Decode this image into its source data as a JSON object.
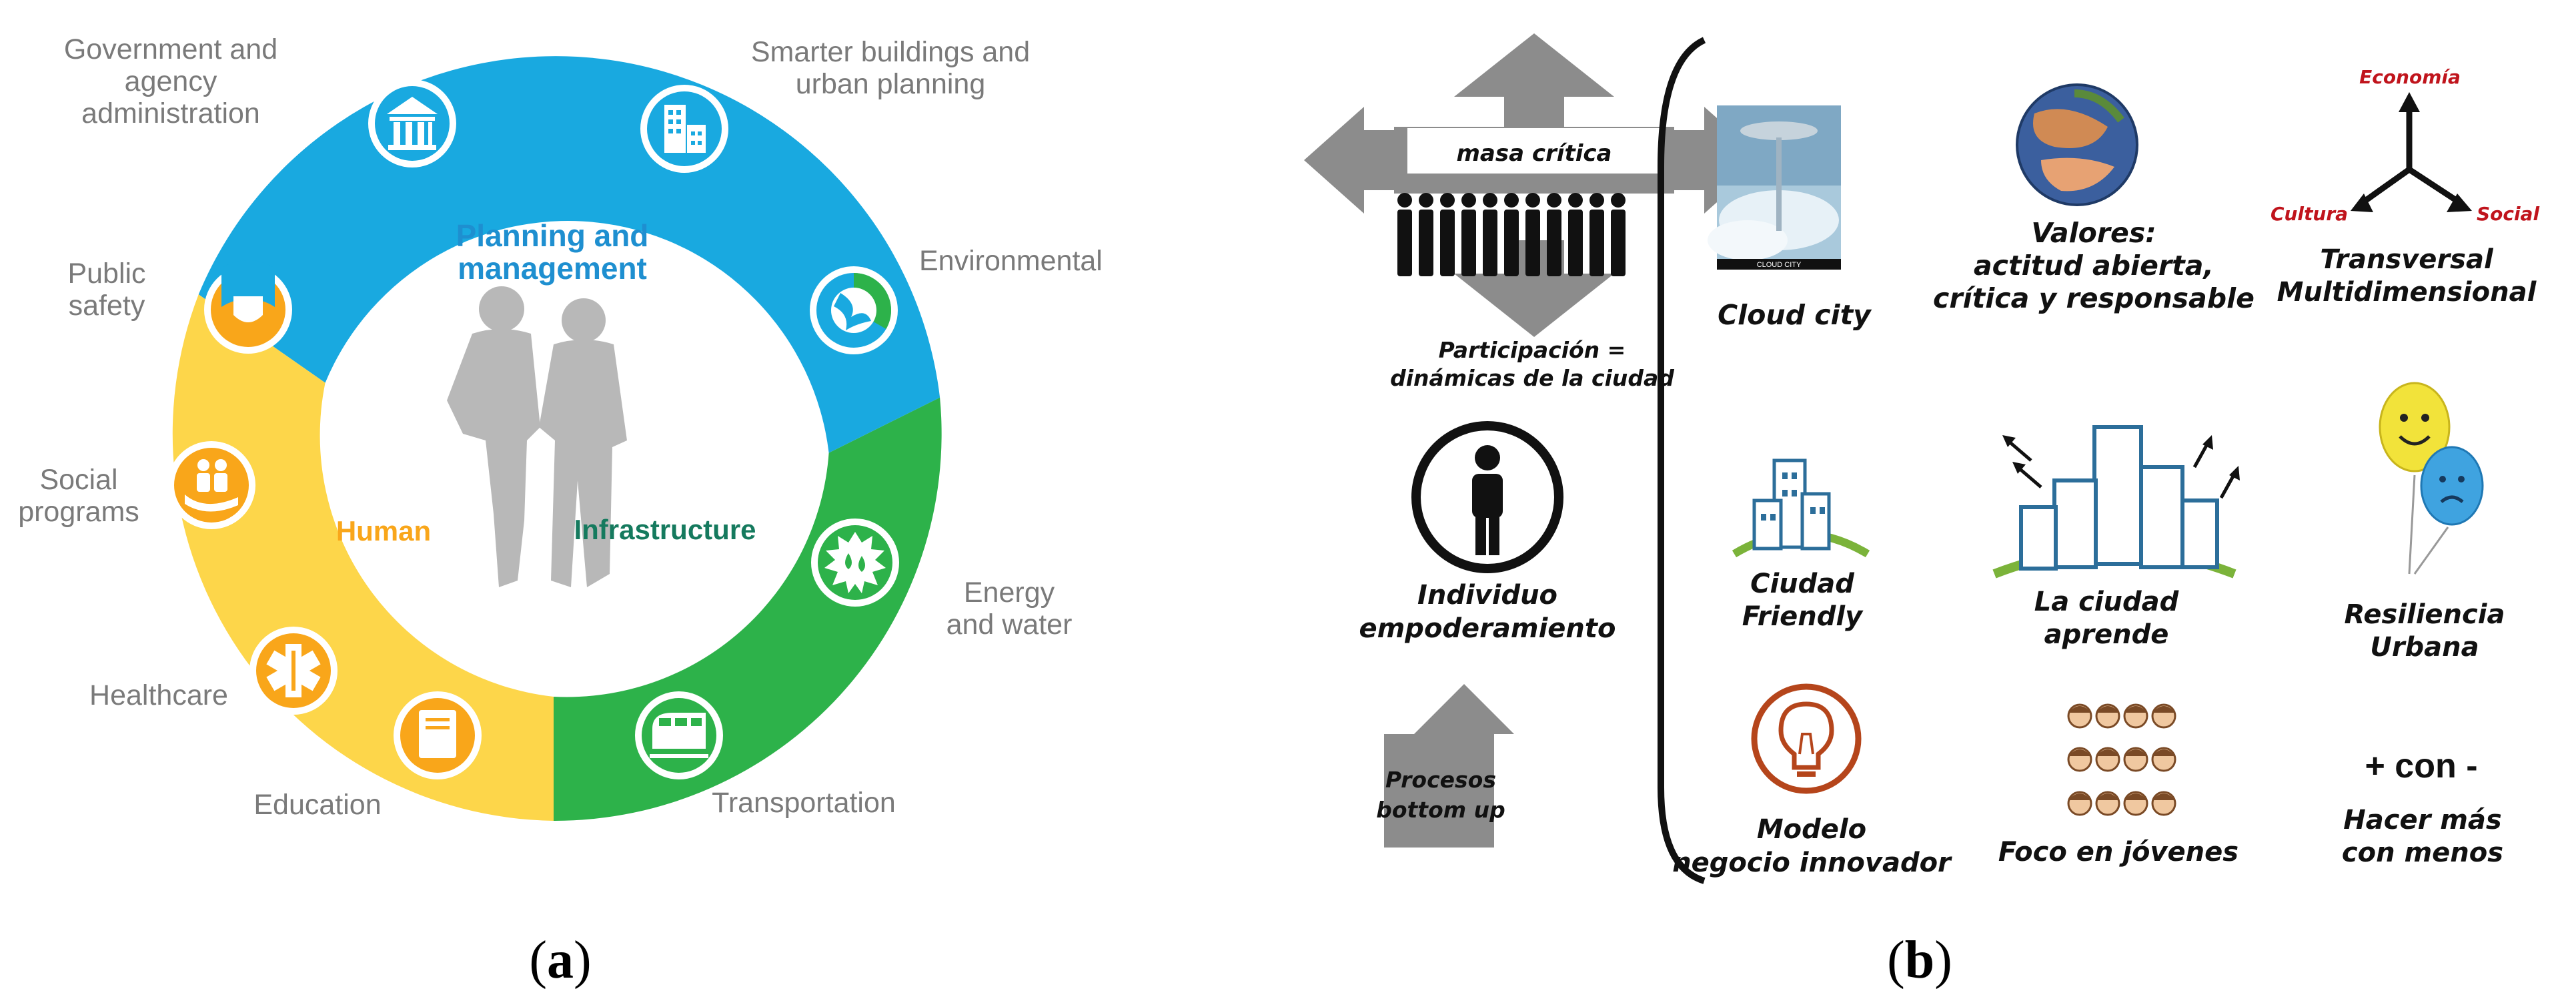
{
  "panel_a": {
    "center": {
      "title_line1": "Planning and",
      "title_line2": "management",
      "human": "Human",
      "infrastructure": "Infrastructure"
    },
    "segments": {
      "government_line1": "Government and",
      "government_line2": "agency",
      "government_line3": "administration",
      "buildings_line1": "Smarter buildings and",
      "buildings_line2": "urban planning",
      "environmental": "Environmental",
      "public_safety_line1": "Public",
      "public_safety_line2": "safety",
      "social_line1": "Social",
      "social_line2": "programs",
      "energy_line1": "Energy",
      "energy_line2": "and water",
      "healthcare": "Healthcare",
      "education": "Education",
      "transportation": "Transportation"
    },
    "colors": {
      "blue": "#19a9e0",
      "green": "#2db24a",
      "yellow": "#fdd64a",
      "orange": "#f9a61a",
      "title_blue": "#1e8fd0",
      "infra_green": "#157a5e"
    },
    "caption_open": "(",
    "caption_letter": "a",
    "caption_close": ")"
  },
  "panel_b": {
    "masa_critica": "masa crítica",
    "participacion_line1": "Participación =",
    "participacion_line2": "dinámicas de la ciudad",
    "individuo_line1": "Individuo",
    "individuo_line2": "empoderamiento",
    "procesos_line1": "Procesos",
    "procesos_line2": "bottom up",
    "cloud_city": "Cloud city",
    "cloud_city_tag": "CLOUD CITY",
    "valores_line1": "Valores:",
    "valores_line2": "actitud abierta,",
    "valores_line3": "crítica y responsable",
    "economia": "Economía",
    "cultura": "Cultura",
    "social": "Social",
    "transversal_line1": "Transversal",
    "transversal_line2": "Multidimensional",
    "friendly_line1": "Ciudad",
    "friendly_line2": "Friendly",
    "aprende_line1": "La ciudad",
    "aprende_line2": "aprende",
    "resiliencia_line1": "Resiliencia",
    "resiliencia_line2": "Urbana",
    "modelo_line1": "Modelo",
    "modelo_line2": "negocio innovador",
    "foco": "Foco en jóvenes",
    "mas_con_menos": "+ con -",
    "hacer_line1": "Hacer más",
    "hacer_line2": "con menos",
    "colors": {
      "accent_red": "#c0141c",
      "arrow_grey": "#8c8c8c",
      "city_blue": "#2c6e9a",
      "city_green": "#7bb33a"
    },
    "caption_open": "(",
    "caption_letter": "b",
    "caption_close": ")"
  }
}
